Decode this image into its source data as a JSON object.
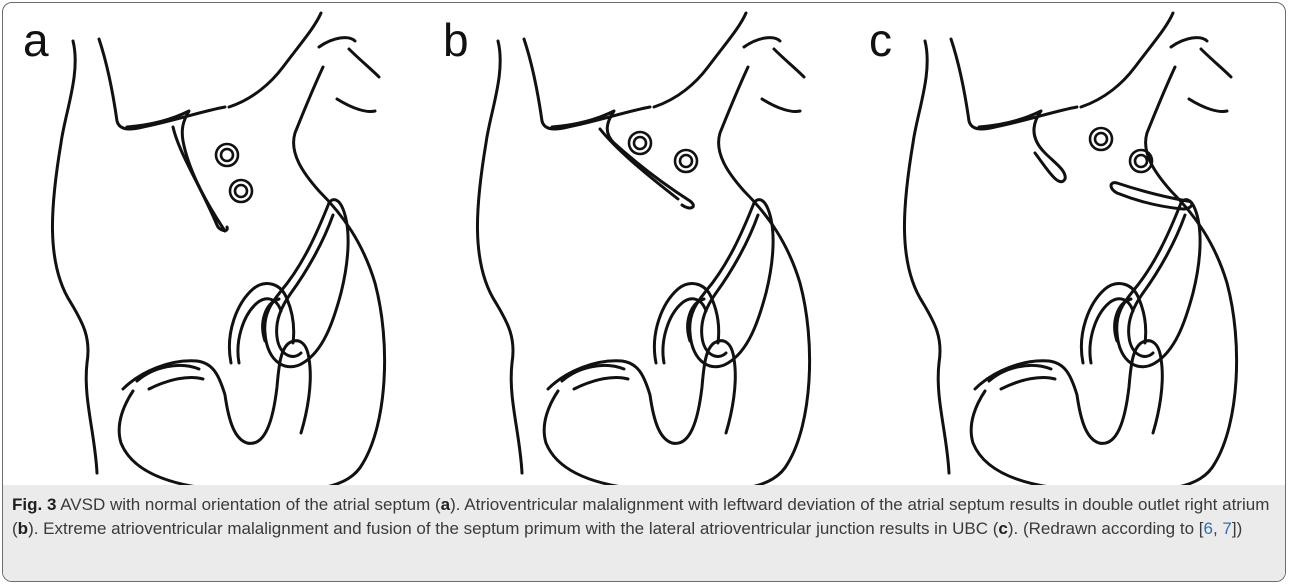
{
  "panels": [
    {
      "label": "a",
      "septum": "normal"
    },
    {
      "label": "b",
      "septum": "leftward-deviation"
    },
    {
      "label": "c",
      "septum": "fused-lateral"
    }
  ],
  "caption": {
    "fig_label": "Fig. 3",
    "p1": " AVSD with normal orientation of the atrial septum (",
    "ref_a": "a",
    "p2": "). Atrioventricular malalignment with leftward deviation of the atrial septum results in double outlet right atrium (",
    "ref_b": "b",
    "p3": "). Extreme atrioventricular malalignment and fusion of the septum primum with the lateral atrioventricular junction results in UBC (",
    "ref_c": "c",
    "p4": "). (Redrawn according to [",
    "cite1": "6",
    "sep": ", ",
    "cite2": "7",
    "p5": "])"
  },
  "colors": {
    "stroke": "#111111",
    "caption_bg": "#ebebeb",
    "caption_text": "#3a3a3a",
    "link": "#2a6fb5"
  }
}
